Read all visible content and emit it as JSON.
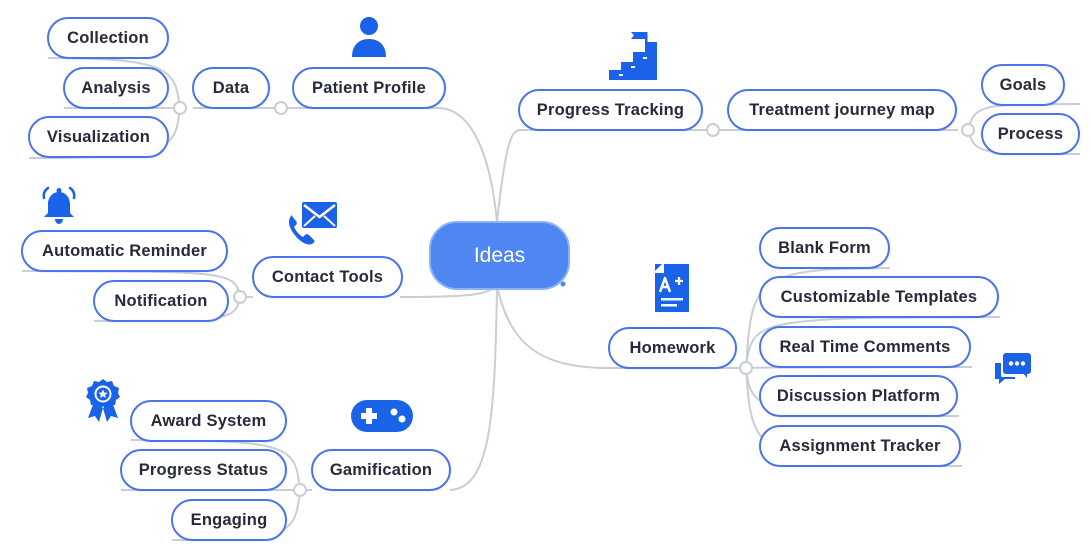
{
  "root": {
    "label": "Ideas"
  },
  "branches": {
    "patient_profile": {
      "label": "Patient Profile",
      "data": {
        "label": "Data",
        "items": [
          "Collection",
          "Analysis",
          "Visualization"
        ]
      }
    },
    "contact_tools": {
      "label": "Contact Tools",
      "items": [
        "Automatic Reminder",
        "Notification"
      ]
    },
    "gamification": {
      "label": "Gamification",
      "items": [
        "Award System",
        "Progress Status",
        "Engaging"
      ]
    },
    "progress_tracking": {
      "label": "Progress Tracking",
      "journey": {
        "label": "Treatment journey map",
        "items": [
          "Goals",
          "Process"
        ]
      }
    },
    "homework": {
      "label": "Homework",
      "items": [
        "Blank Form",
        "Customizable Templates",
        "Real Time Comments",
        "Discussion Platform",
        "Assignment Tracker"
      ]
    }
  },
  "icons": {
    "patient_profile": "person-icon",
    "contact_tools": "phone-mail-icon",
    "bell": "bell-icon",
    "gamification": "gamepad-icon",
    "award": "award-icon",
    "progress_tracking": "stairs-flag-icon",
    "homework": "document-grade-icon",
    "chat": "chat-bubbles-icon"
  },
  "colors": {
    "accent": "#4a74e8",
    "root_fill": "#4f86f2",
    "icon_blue": "#1a62e8",
    "connector": "#c9ced6",
    "text": "#262a3a"
  }
}
